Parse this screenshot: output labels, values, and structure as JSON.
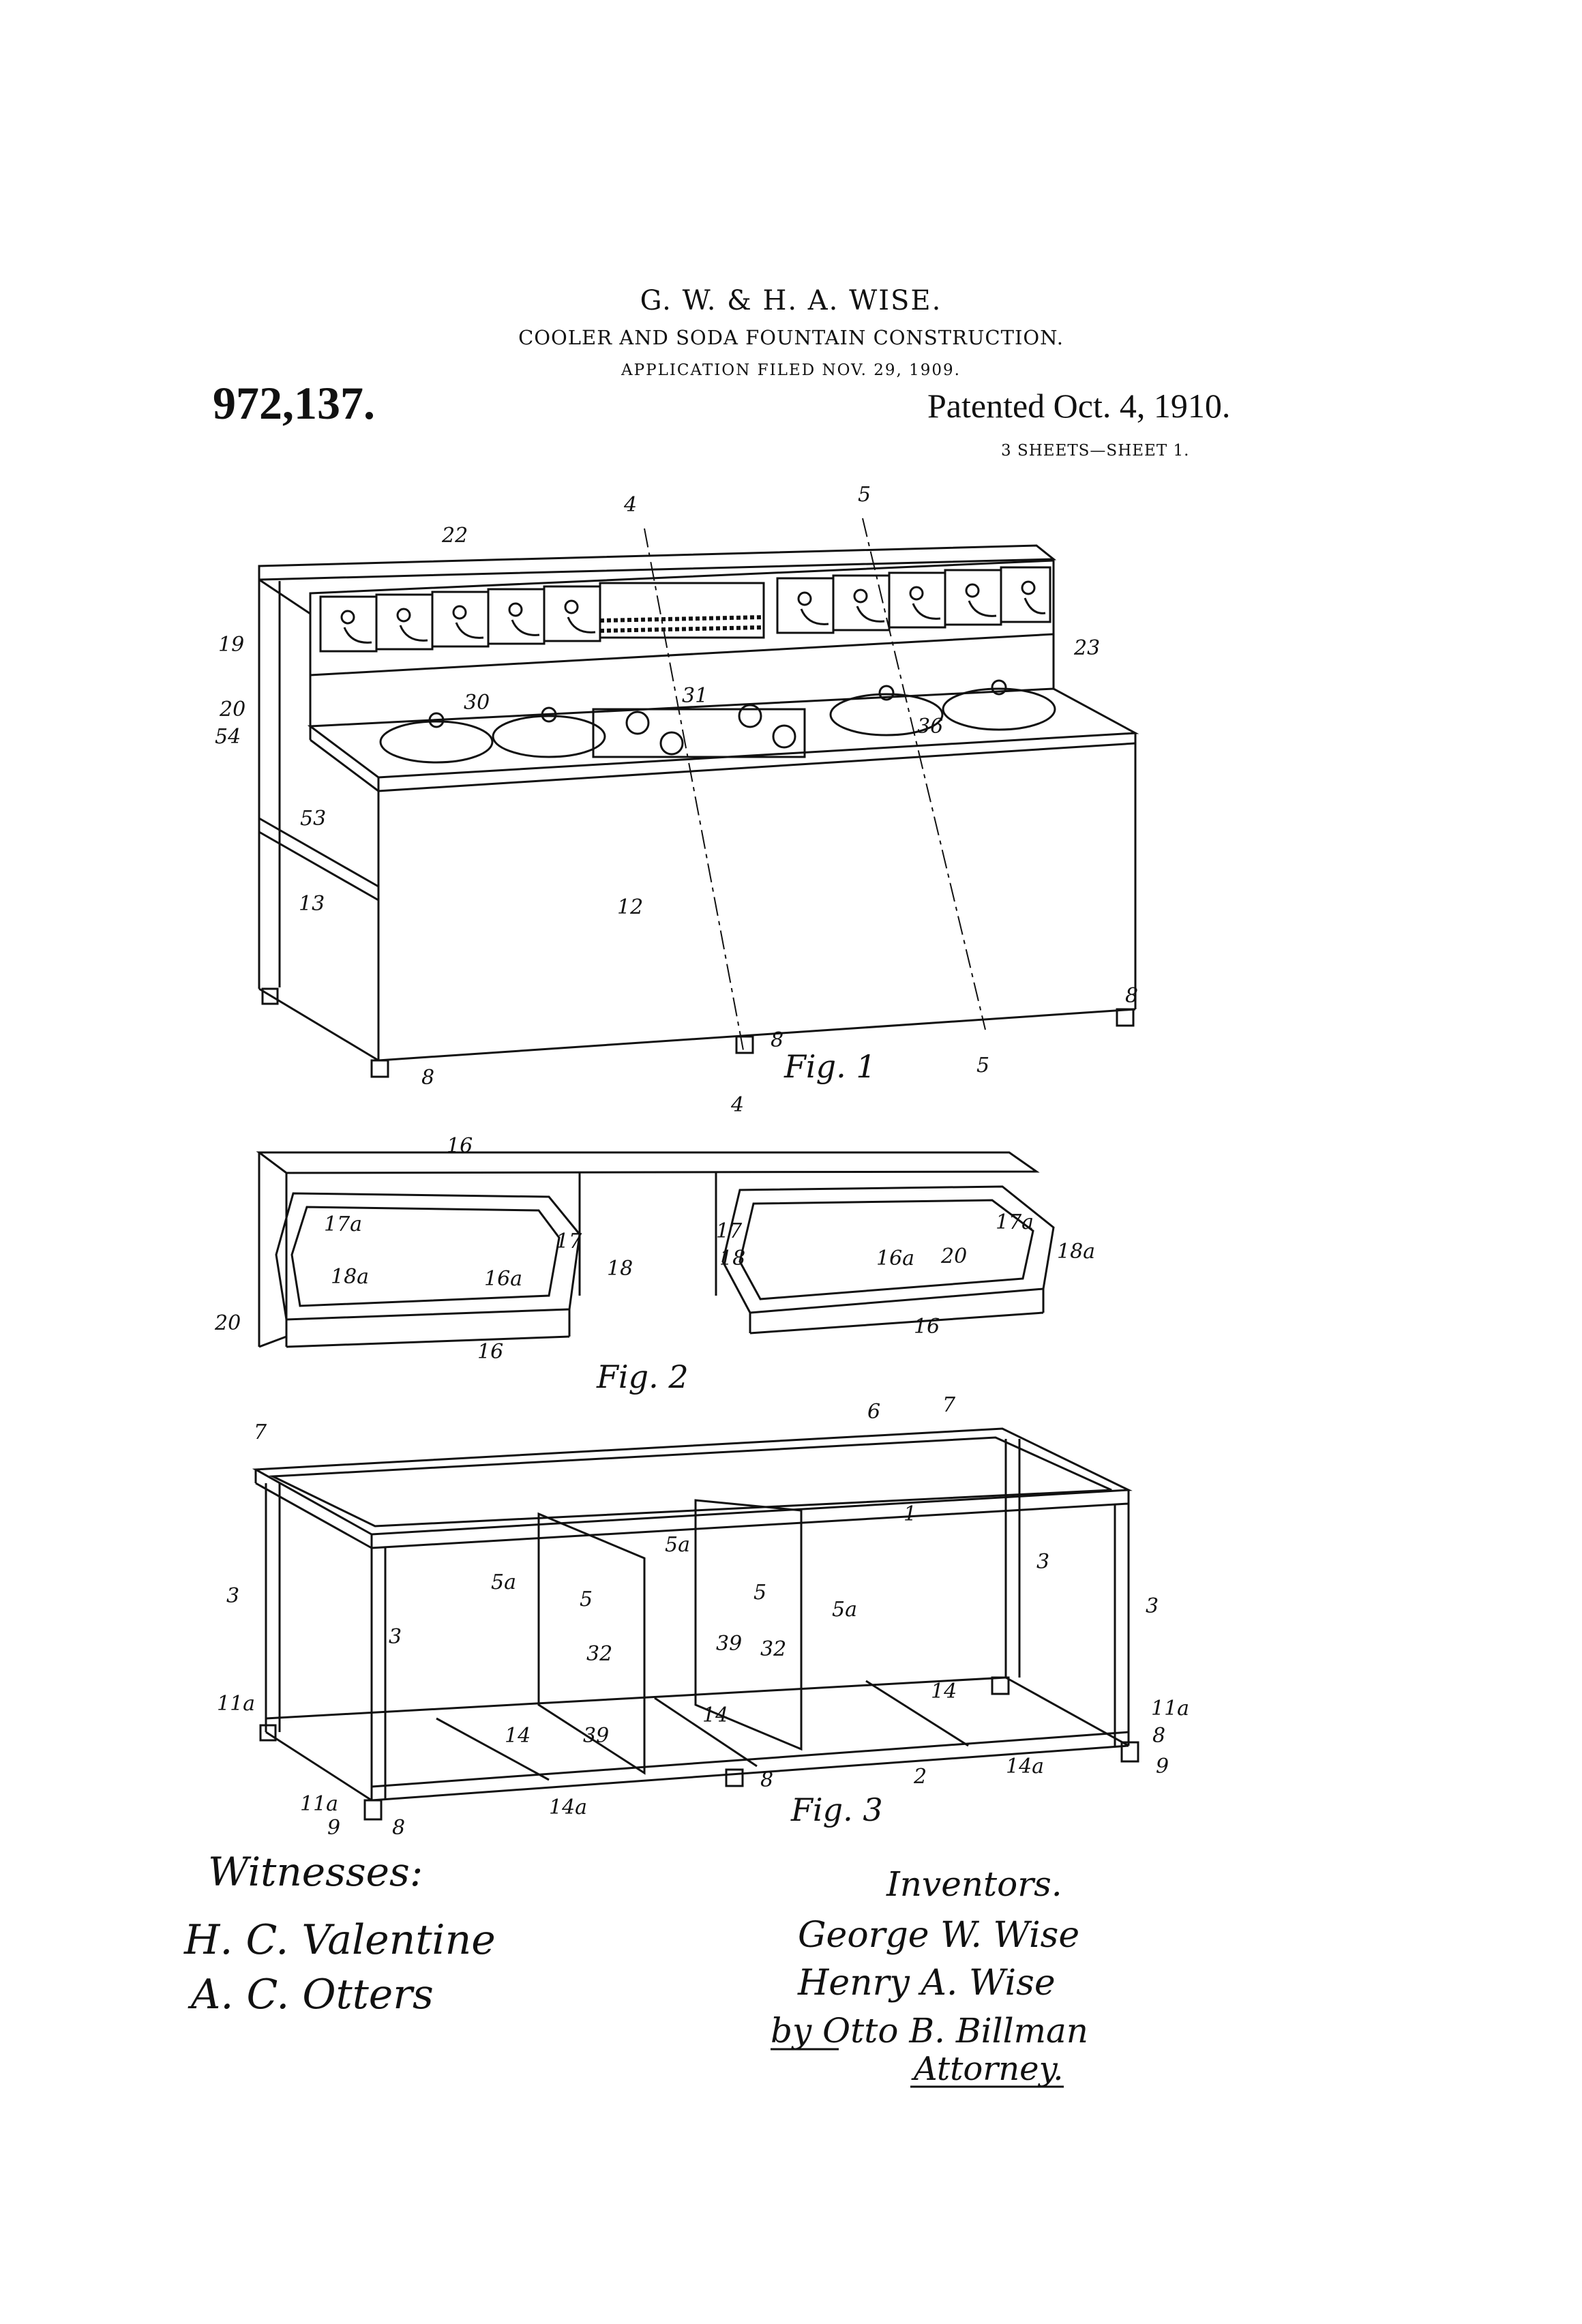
{
  "header": {
    "names": "G. W. & H. A. WISE.",
    "title": "COOLER AND SODA FOUNTAIN CONSTRUCTION.",
    "filed": "APPLICATION FILED NOV. 29, 1909.",
    "patent_number": "972,137.",
    "patented": "Patented Oct. 4, 1910.",
    "sheets": "3 SHEETS—SHEET 1."
  },
  "figures": {
    "fig1": "Fig. 1",
    "fig2": "Fig. 2",
    "fig3": "Fig. 3"
  },
  "reference_numerals": {
    "fig1": [
      "4",
      "5",
      "22",
      "19",
      "23",
      "20",
      "54",
      "30",
      "31",
      "36",
      "53",
      "13",
      "12",
      "8",
      "8",
      "8",
      "4",
      "5"
    ],
    "fig2": [
      "16",
      "17a",
      "18a",
      "16a",
      "17",
      "18",
      "17",
      "18",
      "16a",
      "20",
      "17a",
      "18a",
      "20",
      "16",
      "16"
    ],
    "fig3": [
      "7",
      "6",
      "7",
      "1",
      "5a",
      "5a",
      "5",
      "5",
      "5a",
      "3",
      "3",
      "3",
      "3",
      "32",
      "39",
      "32",
      "39",
      "14",
      "14",
      "14",
      "14a",
      "14a",
      "11a",
      "11a",
      "11a",
      "8",
      "8",
      "8",
      "9",
      "9",
      "2"
    ]
  },
  "signatures": {
    "witnesses_label": "Witnesses:",
    "witness_1": "H. C. Valentine",
    "witness_2": "A. C. Otters",
    "inventors_label": "Inventors.",
    "inventor_1": "George W. Wise",
    "inventor_2": "Henry A. Wise",
    "by_attorney": "by Otto B. Billman",
    "attorney_label": "Attorney."
  }
}
